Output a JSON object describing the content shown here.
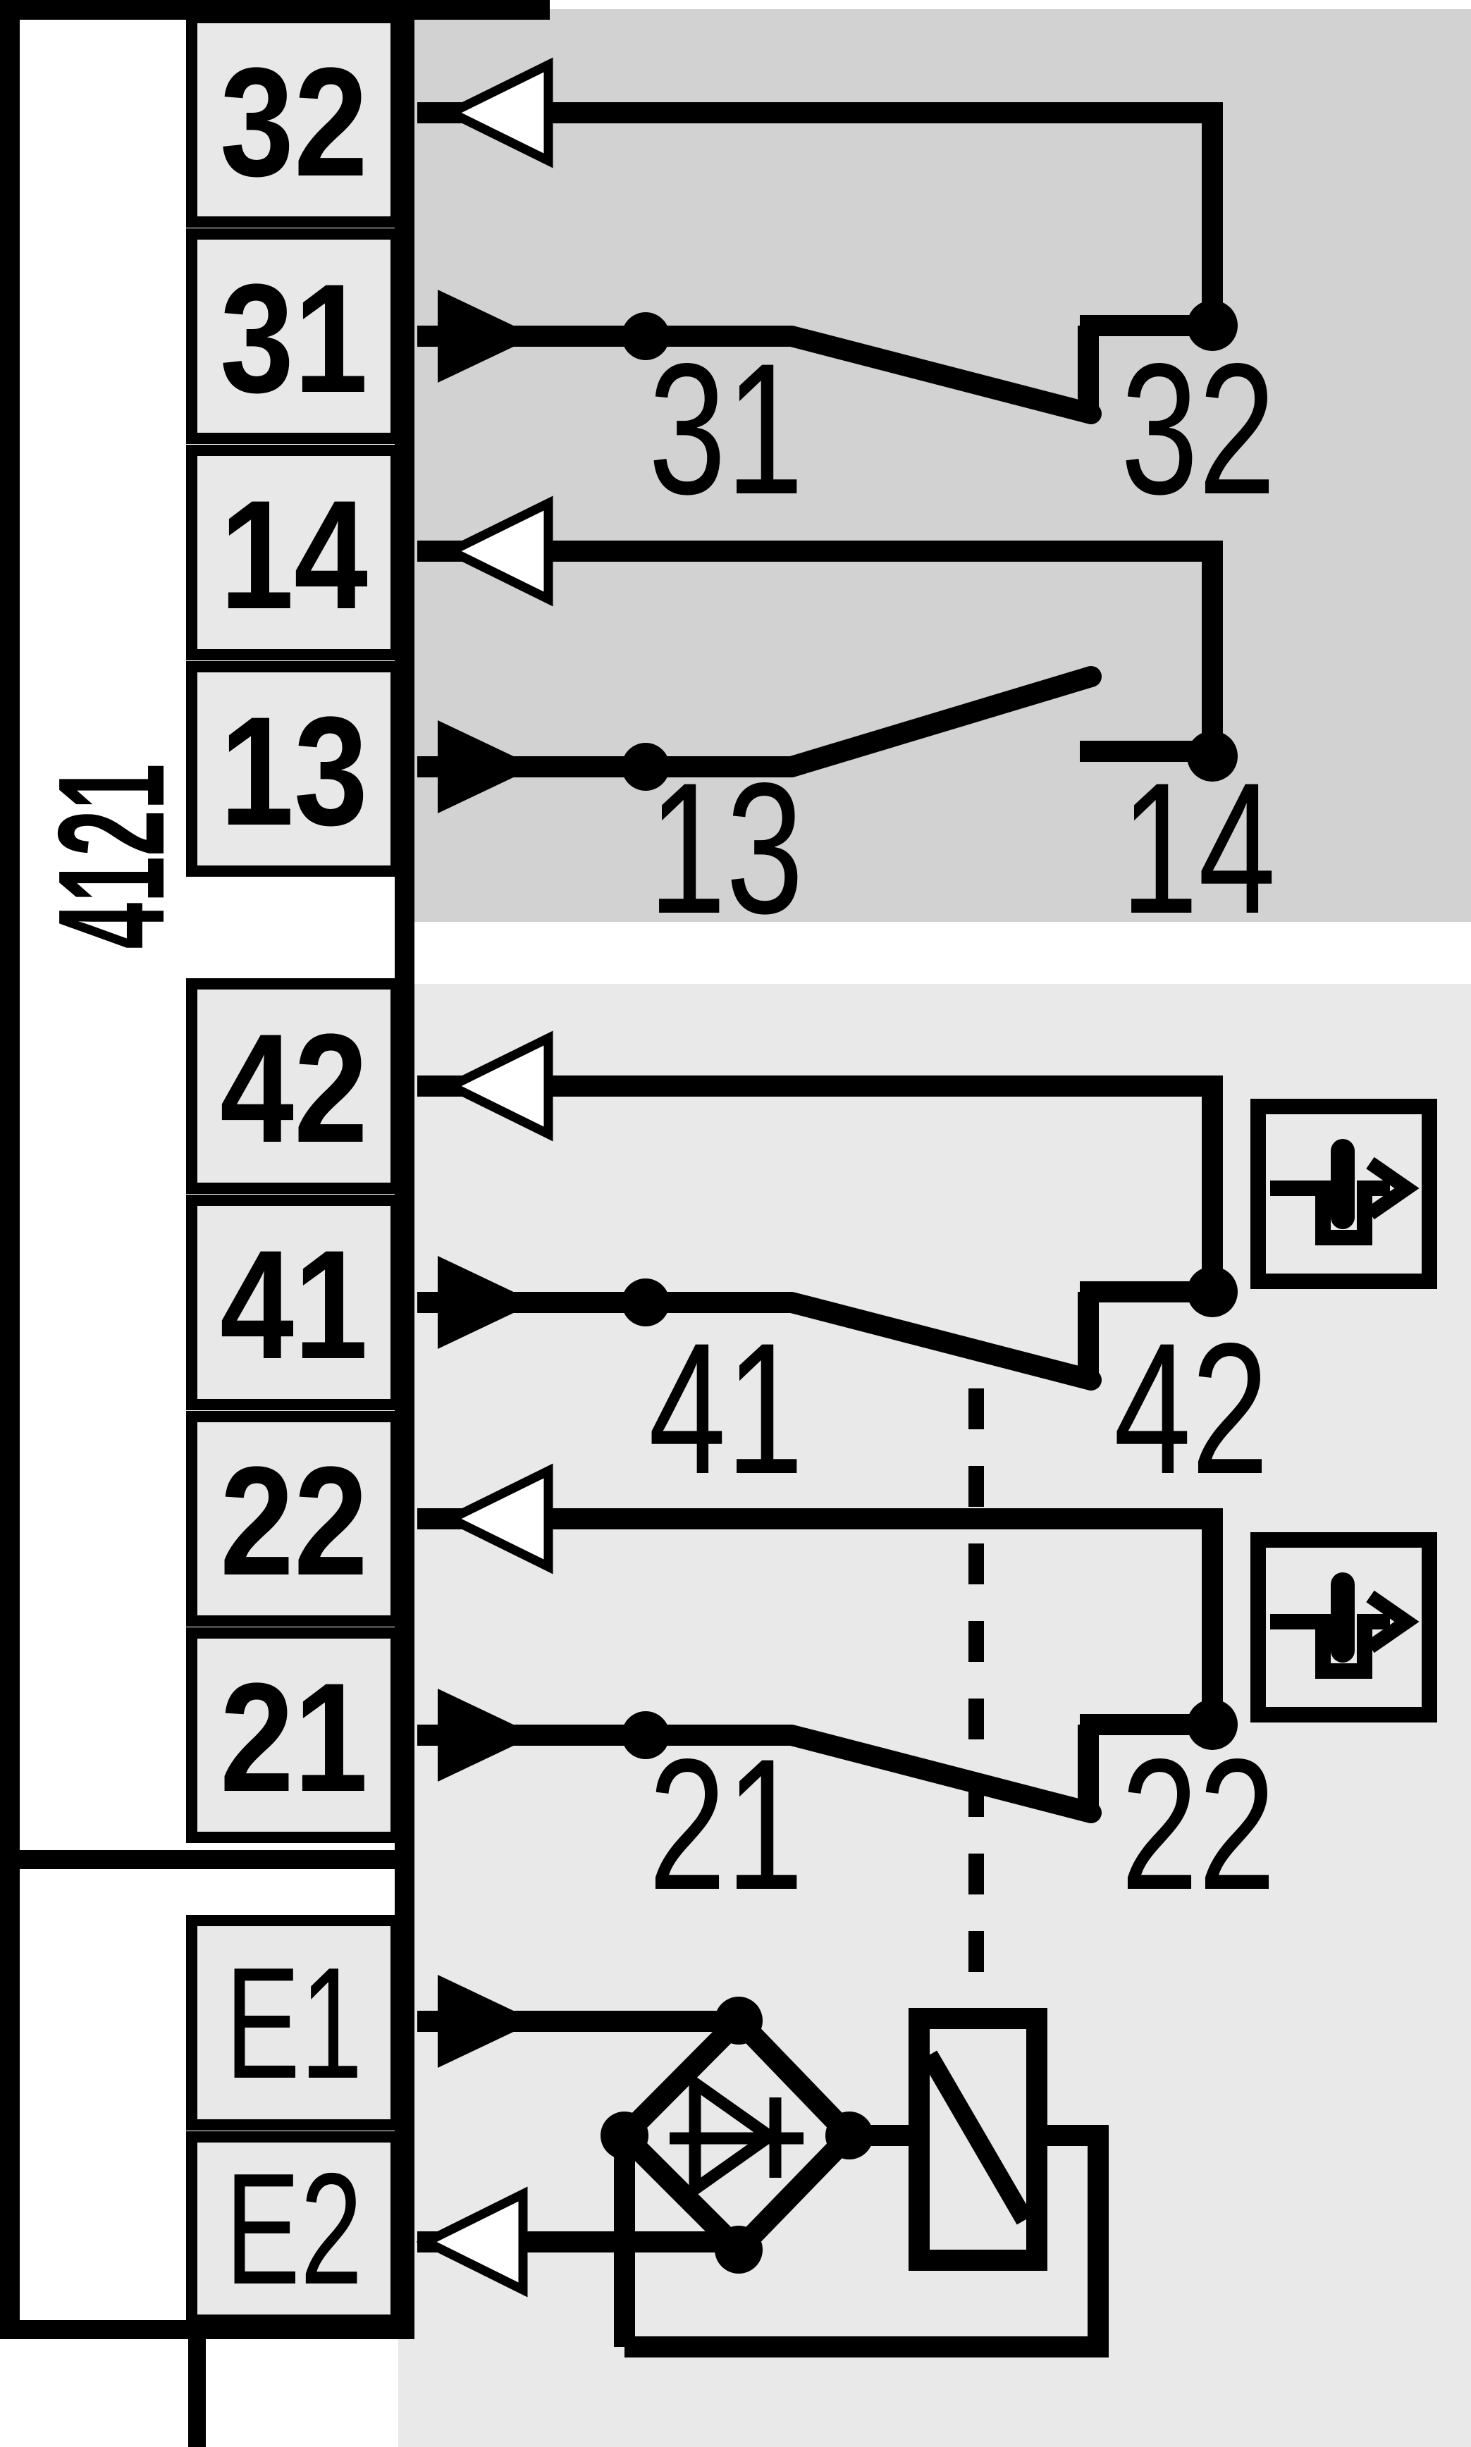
{
  "device": {
    "model": "4121"
  },
  "colors": {
    "background": "#ffffff",
    "line": "#000000",
    "panel_dark": "#d2d2d2",
    "panel_light": "#e9e9e9",
    "terminal_box_fill": "#e8e8e8"
  },
  "terminal_strip": {
    "upper_terminals": [
      {
        "label": "32"
      },
      {
        "label": "31"
      },
      {
        "label": "14"
      },
      {
        "label": "13"
      },
      {
        "label": "42"
      },
      {
        "label": "41"
      },
      {
        "label": "22"
      },
      {
        "label": "21"
      }
    ],
    "input_terminals": [
      {
        "label": "E1"
      },
      {
        "label": "E2"
      }
    ]
  },
  "contacts": [
    {
      "id": "31-32",
      "type": "NC",
      "moving_label": "31",
      "fixed_label": "32",
      "positive_opening": false
    },
    {
      "id": "13-14",
      "type": "NO",
      "moving_label": "13",
      "fixed_label": "14",
      "positive_opening": false
    },
    {
      "id": "41-42",
      "type": "NC",
      "moving_label": "41",
      "fixed_label": "42",
      "positive_opening": true
    },
    {
      "id": "21-22",
      "type": "NC",
      "moving_label": "21",
      "fixed_label": "22",
      "positive_opening": true
    }
  ],
  "icons": {
    "positive_opening": "plunger-positive-opening-icon",
    "filled_arrow": "input-direction-arrow-icon",
    "hollow_arrow": "output-direction-arrow-icon"
  },
  "components": {
    "rectifier": "diode-bridge",
    "coil": "relay-coil",
    "linkage": "mechanical-linkage-dashed"
  }
}
